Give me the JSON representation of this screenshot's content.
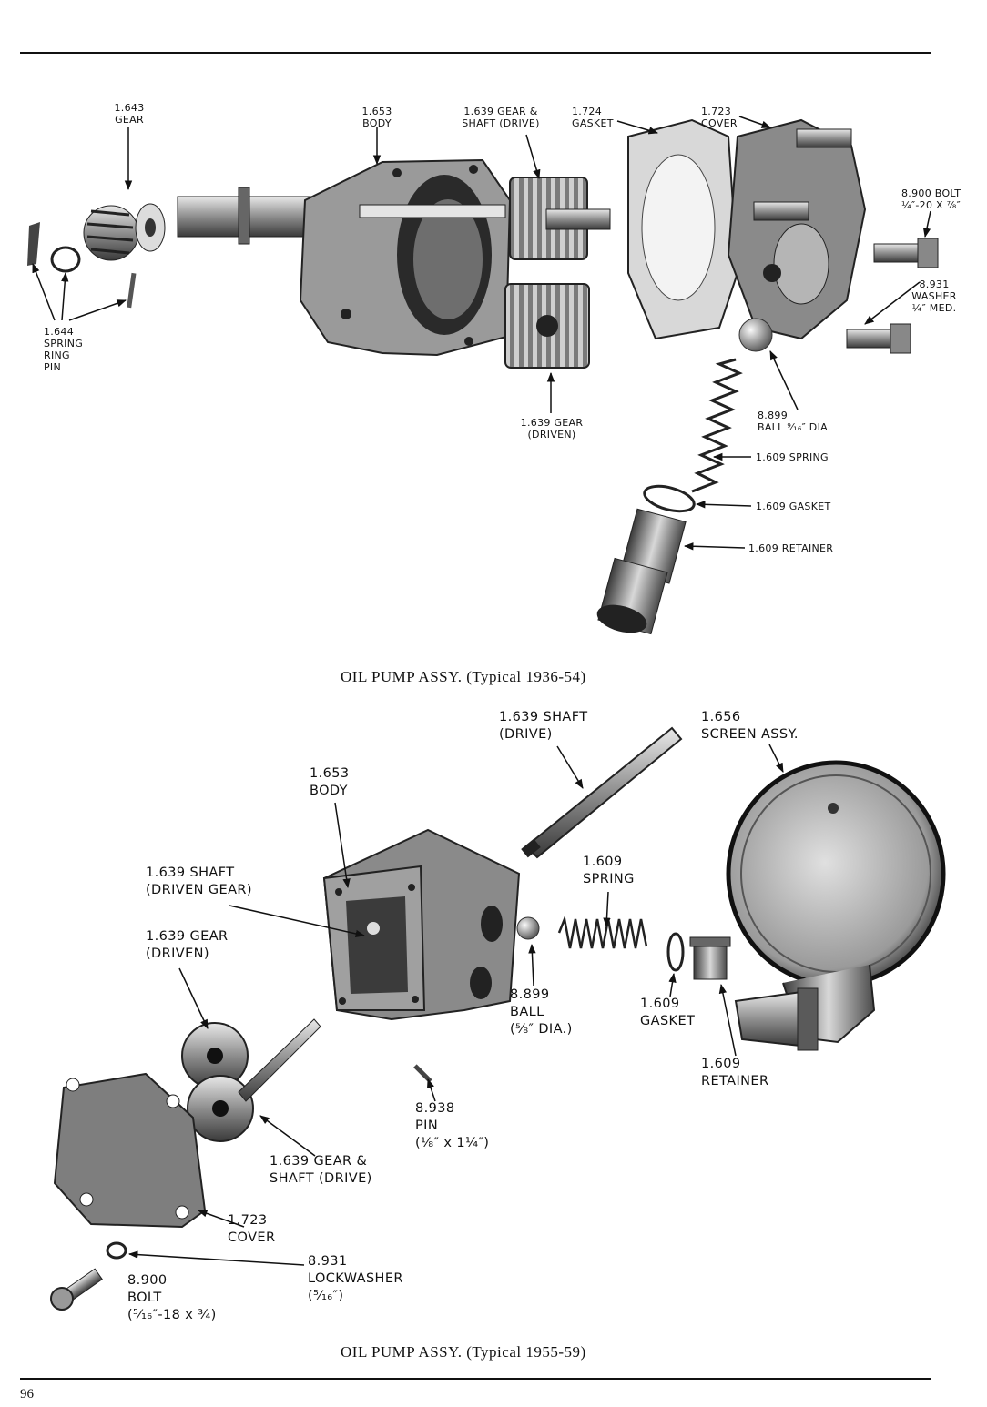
{
  "page_number": "96",
  "figure1": {
    "caption": "OIL PUMP ASSY. (Typical 1936-54)",
    "labels": {
      "gear": [
        "1.643",
        "GEAR"
      ],
      "body": [
        "1.653",
        "BODY"
      ],
      "gear_shaft_drive": [
        "1.639 GEAR &",
        "SHAFT (DRIVE)"
      ],
      "gasket": [
        "1.724",
        "GASKET"
      ],
      "cover": [
        "1.723",
        "COVER"
      ],
      "bolt": [
        "8.900 BOLT",
        "¼″-20 x ⅞″"
      ],
      "washer": [
        "8.931",
        "WASHER",
        "¼″ MED."
      ],
      "spring_ring_pin": [
        "1.644",
        "SPRING",
        "RING",
        "PIN"
      ],
      "gear_driven": [
        "1.639 GEAR",
        "(DRIVEN)"
      ],
      "ball": [
        "8.899",
        "BALL ⁹⁄₁₆″ DIA."
      ],
      "spring": "1.609 SPRING",
      "gasket2": "1.609 GASKET",
      "retainer": "1.609 RETAINER"
    }
  },
  "figure2": {
    "caption": "OIL PUMP ASSY. (Typical 1955-59)",
    "labels": {
      "shaft_drive": [
        "1.639 SHAFT",
        "(DRIVE)"
      ],
      "screen": [
        "1.656",
        "SCREEN ASSY."
      ],
      "body": [
        "1.653",
        "BODY"
      ],
      "shaft_driven_gear": [
        "1.639 SHAFT",
        "(DRIVEN GEAR)"
      ],
      "spring": [
        "1.609",
        "SPRING"
      ],
      "gear_driven": [
        "1.639 GEAR",
        "(DRIVEN)"
      ],
      "ball": [
        "8.899",
        "BALL",
        "(⅝″ DIA.)"
      ],
      "gasket": [
        "1.609",
        "GASKET"
      ],
      "retainer": [
        "1.609",
        "RETAINER"
      ],
      "pin": [
        "8.938",
        "PIN",
        "(⅛″ x 1¼″)"
      ],
      "gear_shaft_drive": [
        "1.639 GEAR &",
        "SHAFT (DRIVE)"
      ],
      "cover": [
        "1.723",
        "COVER"
      ],
      "lockwasher": [
        "8.931",
        "LOCKWASHER",
        "(⁵⁄₁₆″)"
      ],
      "bolt": [
        "8.900",
        "BOLT",
        "(⁵⁄₁₆″-18 x ¾)"
      ]
    }
  }
}
